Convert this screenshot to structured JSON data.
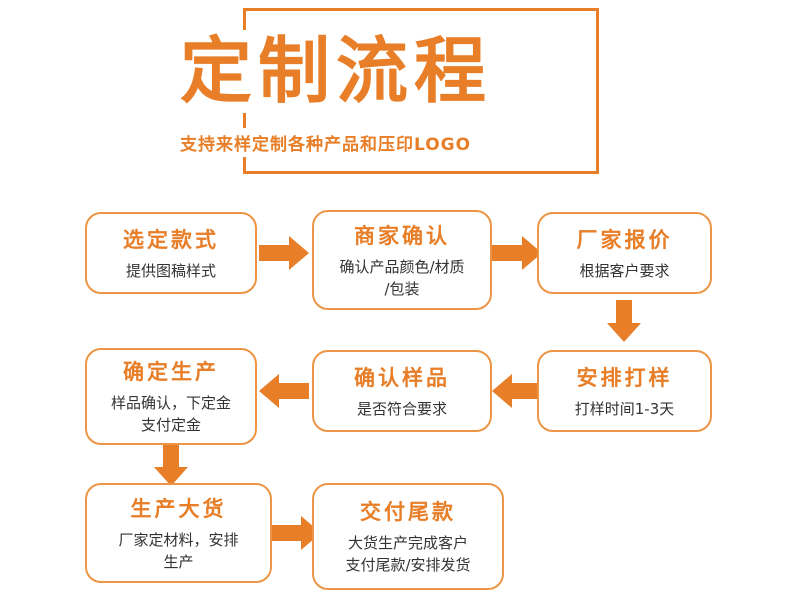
{
  "header": {
    "title": "定制流程",
    "subtitle": "支持来样定制各种产品和压印LOGO"
  },
  "colors": {
    "accent": "#E87E27",
    "box_border": "#ED9545",
    "desc_text": "#333333"
  },
  "steps": [
    {
      "title": "选定款式",
      "desc": "提供图稿样式"
    },
    {
      "title": "商家确认",
      "desc": "确认产品颜色/材质\n/包装"
    },
    {
      "title": "厂家报价",
      "desc": "根据客户要求"
    },
    {
      "title": "安排打样",
      "desc": "打样时间1-3天"
    },
    {
      "title": "确认样品",
      "desc": "是否符合要求"
    },
    {
      "title": "确定生产",
      "desc": "样品确认，下定金\n支付定金"
    },
    {
      "title": "生产大货",
      "desc": "厂家定材料，安排\n生产"
    },
    {
      "title": "交付尾款",
      "desc": "大货生产完成客户\n支付尾款/安排发货"
    }
  ]
}
